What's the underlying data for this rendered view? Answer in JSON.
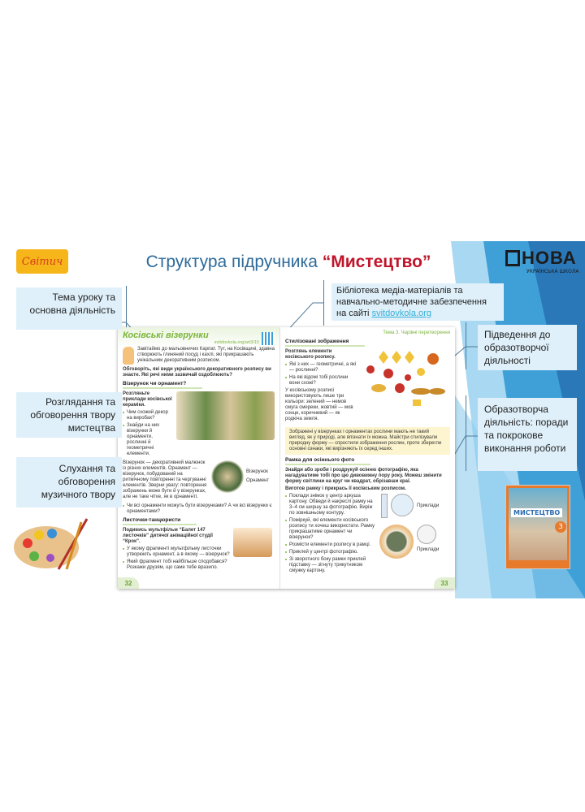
{
  "slide": {
    "logo_text": "Світич",
    "title_main": "Структура підручника ",
    "title_highlight": "“Мистецтво”",
    "nova_logo": {
      "name": "НОВА",
      "subtitle": "УКРАЇНСЬКА ШКОЛА"
    },
    "callouts": {
      "lesson_topic": "Тема уроку та основна діяльність",
      "artwork_review": "Розглядання та обговорення твору мистецтва",
      "music_listening": "Слухання та обговорення музичного твору",
      "media_library": "Бібліотека медіа-матеріалів та навчально-методичне забезпечення на сайті ",
      "media_link": "svitdovkola.org",
      "lead_in": "Підведення до образотворчої діяльності",
      "art_activity": "Образотворча діяльність: поради та покрокове виконання роботи"
    },
    "cover_title": "МИСТЕЦТВО",
    "cover_grade": "3"
  },
  "textbook": {
    "left": {
      "title": "Косівські візерунки",
      "url": "svitdovkola.org/art3/15",
      "intro": "Завітаймо до мальовничих Карпат. Тут, на Косівщині, здавна створюють глиняний посуд і кахлі, які прикрашають унікальним декоративним розписом.",
      "discuss": "Обговоріть, які види українського декоративного розпису ви знаєте. Які речі ними зазвичай оздоблюють?",
      "section1": "Візерунок чи орнамент?",
      "look": "Розгляньте приклади косівської кераміки.",
      "q1": "Чим схожий декор на виробах?",
      "q2": "Знайди на них візерунки й орнаменти, рослинні й геометричні елементи.",
      "definition": "Візерунок — декоративний малюнок із різних елементів. Орнамент — візерунок, побудований на ритмічному повторенні та чергуванні елементів. Зверни увагу: повторення зображень може бути й у візерунках, але не таке чітке, як в орнаменті.",
      "label_pattern": "Візерунок",
      "label_ornament": "Орнамент",
      "q3": "Чи всі орнаменти можуть бути візерунками? А чи всі візерунки є орнаментами?",
      "section2": "Листочки-танцюристи",
      "watch": "Подивись мультфільм “Балет 147 листочків” дитячої анімаційної студії “Крок”.",
      "q4": "У якому фрагменті мультфільму листочки утворюють орнамент, а в якому — візерунок?",
      "q5": "Який фрагмент тобі найбільше сподобався? Розкажи друзям, що саме тебе вразило.",
      "page_number": "32"
    },
    "right": {
      "header": "Тема 3. Чарівні перетворення",
      "section1": "Стилізовані зображення",
      "look": "Розглянь елементи косівського розпису.",
      "q1": "Які з них — геометричні, а які — рослинні?",
      "q2": "На які відомі тобі рослини вони схожі?",
      "colors": "У косівському розписі використовують лише три кольори: зелений — немов смуга смереки, жовтий — мов сонце, коричневий — як родюча земля.",
      "note": "Зображені у візерунках і орнаментах рослини мають не такий вигляд, як у природі, але впізнати їх можна. Майстри стилізували природну форму — спростили зображення рослин, проте зберегли основні ознаки, які вирізняють їх серед інших.",
      "section2": "Рамка для осіннього фото",
      "task1": "Знайди або зроби і роздрукуй осінню фотографію, яка нагадуватиме тобі про цю дивовижну пору року. Можеш змінити форму світлини на круг чи квадрат, обрізавши краї.",
      "task2": "Виготов рамку і прикрась її косівським розписом.",
      "s1": "Поклади знімок у центр аркуша картону. Обведи й накреслі рамку на 3–4 см ширшу за фотографію. Виріж по зовнішньому контуру.",
      "s2": "Поміркуй, які елементи косівського розпису ти хочеш використати. Рамку прикрашатиме орнамент чи візерунок?",
      "s3": "Розмісти елементи розпису в рамці.",
      "s4": "Приклей у центрі фотографію.",
      "s5": "Зі зворотного боку рамки приклей підставку — зігнуту трикутником смужку картону.",
      "glue1": "Приклади",
      "glue2": "Приклади",
      "page_number": "33"
    }
  },
  "colors": {
    "title": "#2d6a9a",
    "highlight": "#c0142a",
    "callout_bg": "#dff0fa",
    "link": "#34b0d9",
    "book_green": "#7cb53b",
    "logo_bg": "#f6b518"
  }
}
